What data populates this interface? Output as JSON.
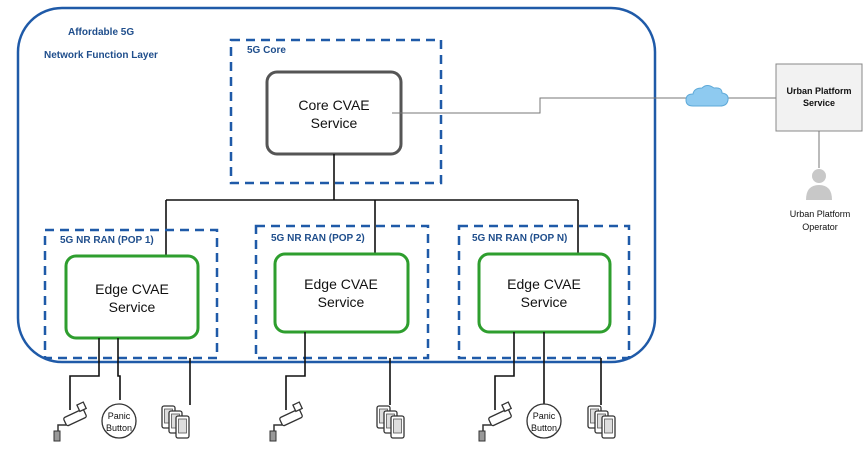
{
  "colors": {
    "layer_border": "#1f5aa8",
    "layer_text": "#1f4e8c",
    "core_border": "#555555",
    "edge_border": "#2e9e2e",
    "cloud": "#8ecaf0"
  },
  "layer": {
    "title_line1": "Affordable 5G",
    "title_line2": "Network Function Layer"
  },
  "core": {
    "group_label": "5G Core",
    "service_line1": "Core CVAE",
    "service_line2": "Service"
  },
  "ran": [
    {
      "label": "5G NR RAN (POP 1)",
      "service_line1": "Edge CVAE",
      "service_line2": "Service"
    },
    {
      "label": "5G NR RAN (POP 2)",
      "service_line1": "Edge CVAE",
      "service_line2": "Service"
    },
    {
      "label": "5G NR RAN (POP N)",
      "service_line1": "Edge CVAE",
      "service_line2": "Service"
    }
  ],
  "urban": {
    "service_line1": "Urban Platform",
    "service_line2": "Service",
    "operator_line1": "Urban Platform",
    "operator_line2": "Operator"
  },
  "devices": {
    "panic_line1": "Panic",
    "panic_line2": "Button"
  },
  "icons": [
    "cloud-icon",
    "person-icon",
    "camera-icon",
    "phone-stack-icon"
  ]
}
